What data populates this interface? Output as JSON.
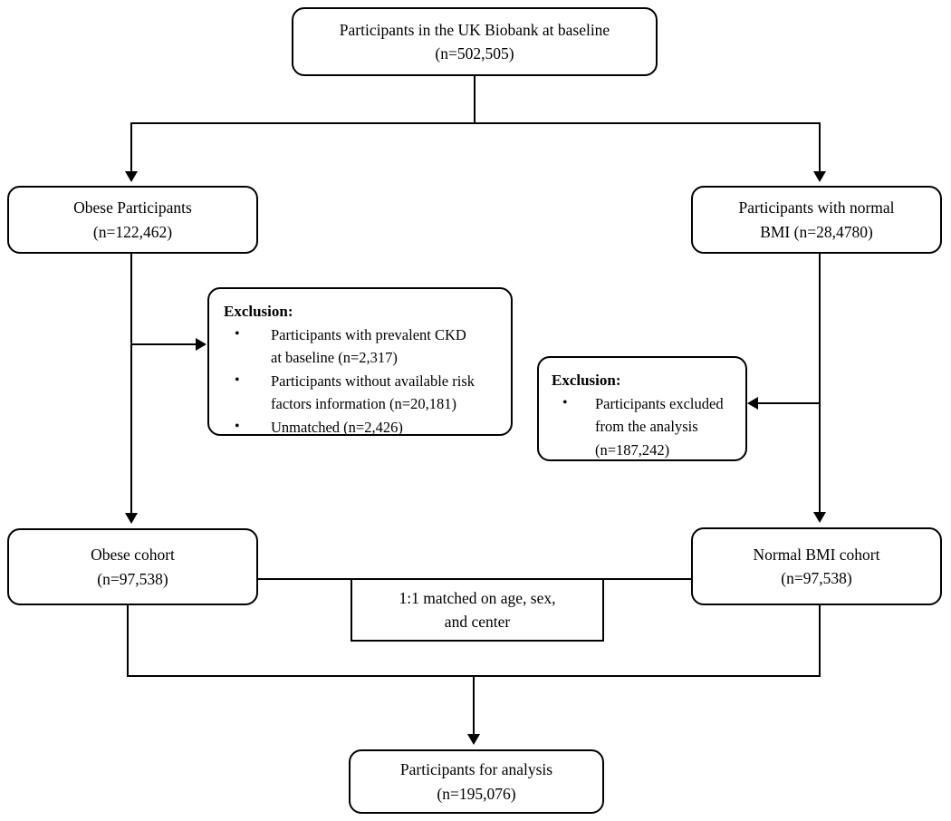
{
  "diagram": {
    "bullet_glyph": "•",
    "colors": {
      "border": "#000000",
      "background": "#ffffff",
      "text": "#000000"
    },
    "nodes": {
      "baseline": {
        "lines": [
          "Participants in the UK Biobank at baseline",
          "(n=502,505)"
        ]
      },
      "obese": {
        "lines": [
          "Obese Participants",
          "(n=122,462)"
        ]
      },
      "normal": {
        "lines": [
          "Participants with normal",
          "BMI (n=28,4780)"
        ]
      },
      "exclusion_left": {
        "title": "Exclusion:",
        "bullets": [
          {
            "lines": [
              "Participants with prevalent CKD",
              "at baseline (n=2,317)"
            ]
          },
          {
            "lines": [
              "Participants without available risk",
              "factors information (n=20,181)"
            ]
          },
          {
            "lines": [
              "Unmatched (n=2,426)"
            ]
          }
        ]
      },
      "exclusion_right": {
        "title": "Exclusion:",
        "bullets": [
          {
            "lines": [
              "Participants excluded",
              "from the analysis",
              "(n=187,242)"
            ]
          }
        ]
      },
      "obese_cohort": {
        "lines": [
          "Obese cohort",
          "(n=97,538)"
        ]
      },
      "normal_cohort": {
        "lines": [
          "Normal BMI cohort",
          "(n=97,538)"
        ]
      },
      "matched": {
        "lines": [
          "1:1 matched on age, sex,",
          "and center"
        ]
      },
      "analysis": {
        "lines": [
          "Participants for analysis",
          "(n=195,076)"
        ]
      }
    }
  }
}
